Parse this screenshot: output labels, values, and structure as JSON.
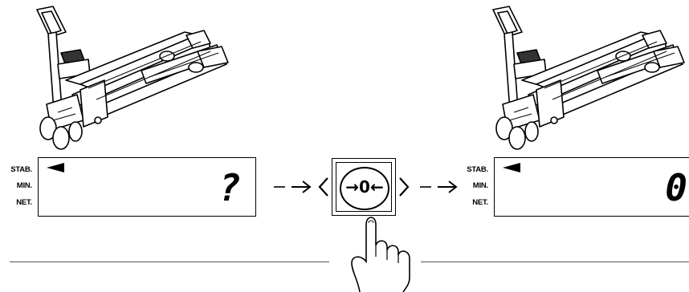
{
  "steps": [
    {
      "indicators": [
        "STAB.",
        "MIN.",
        "NET."
      ],
      "display_value": "?"
    },
    {
      "zero_key_label": "→0←"
    },
    {
      "indicators": [
        "STAB.",
        "MIN.",
        "NET."
      ],
      "display_value": "0"
    }
  ]
}
